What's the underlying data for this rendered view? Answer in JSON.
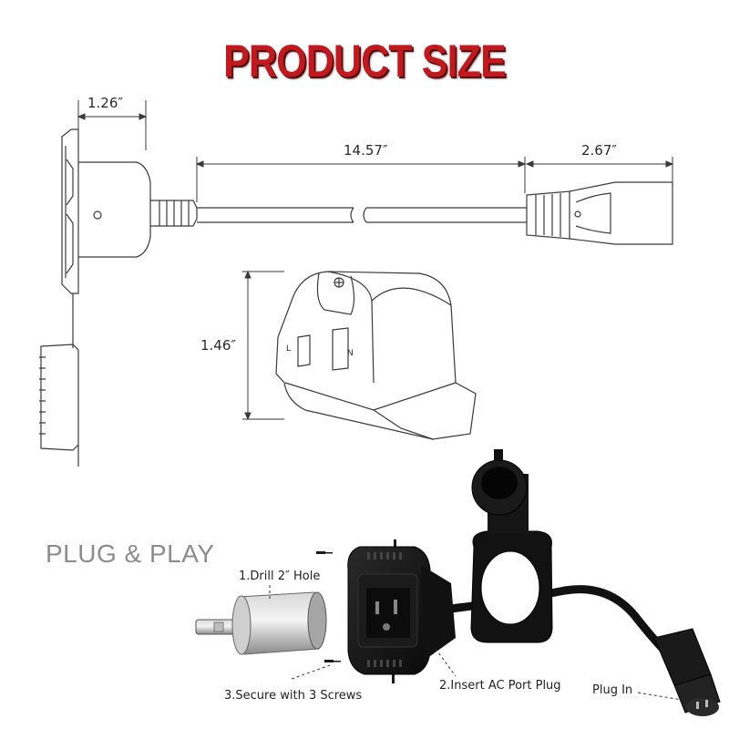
{
  "title": "PRODUCT SIZE",
  "dimensions": {
    "flange_width": "1.26″",
    "cable_length": "14.57″",
    "plug_length": "2.67″",
    "socket_height": "1.46″"
  },
  "socket_letters": {
    "left": "L",
    "right": "N"
  },
  "plug_and_play": {
    "heading": "PLUG & PLAY",
    "steps": {
      "drill": "1.Drill 2″ Hole",
      "insert": "2.Insert AC Port Plug",
      "secure": "3.Secure with 3  Screws",
      "plug_in": "Plug In"
    }
  },
  "colors": {
    "title_red": "#c0191e",
    "line_dark": "#3a3a3a",
    "product_black": "#141414"
  }
}
